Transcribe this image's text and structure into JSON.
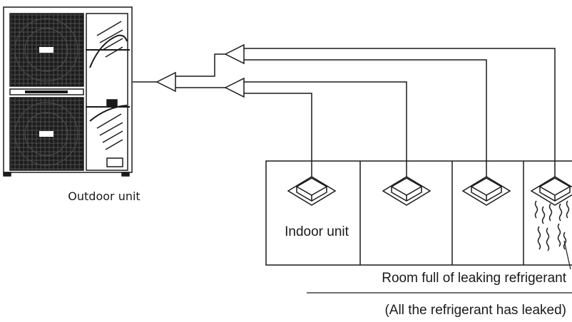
{
  "labels": {
    "outdoor_unit": "Outdoor unit",
    "indoor_unit": "Indoor unit",
    "room_caption": "Room full of leaking refrigerant",
    "leak_caption": "(All the refrigerant has leaked)"
  },
  "colors": {
    "line": "#1a1a1a",
    "fan_dark": "#1c1c1c",
    "background": "#ffffff"
  },
  "icons": {
    "outdoor_unit": "outdoor-unit-icon",
    "indoor_unit": "cassette-indoor-unit-icon",
    "leak": "refrigerant-leak-icon"
  }
}
